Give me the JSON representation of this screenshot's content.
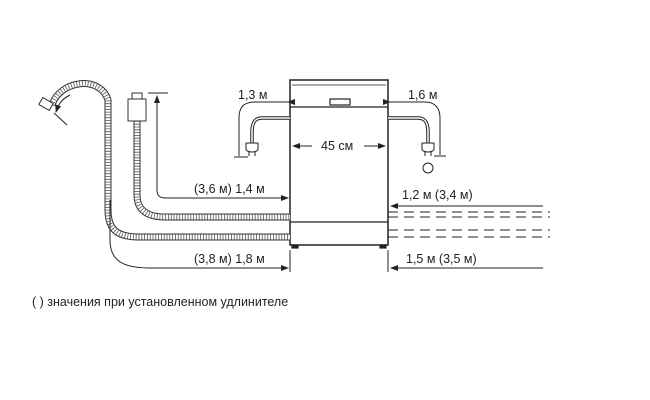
{
  "labels": {
    "power_left": "1,3 м",
    "power_right": "1,6 м",
    "width": "45 см",
    "inlet_left": "(3,6 м) 1,4 м",
    "drain_left": "(3,8 м) 1,8 м",
    "inlet_right": "1,2 м (3,4 м)",
    "drain_right": "1,5 м (3,5 м)"
  },
  "footnote": "( ) значения при установленном удлинителе",
  "colors": {
    "line": "#222222"
  }
}
